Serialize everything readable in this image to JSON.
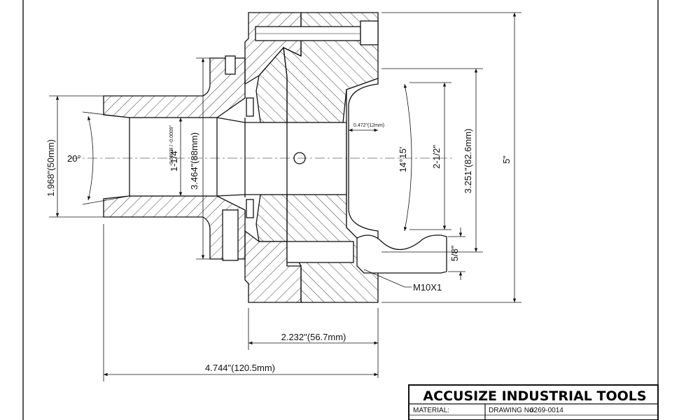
{
  "title_block": {
    "company": "ACCUSIZE INDUSTRIAL TOOLS",
    "material_label": "MATERIAL:",
    "drawing_no_label": "DRAWING No.",
    "drawing_no": "0269-0014"
  },
  "dimensions": {
    "total_length": "4.744\"(120.5mm)",
    "body_length": "2.232\"(56.7mm)",
    "overall_height": "5\"",
    "bore_diameter": "3.251\"(82.6mm)",
    "collet_opening": "2-1/2\"",
    "collet_angle": "14°15'",
    "taper_angle": "20°",
    "shank_diameter": "1.968\"(50mm)",
    "bore_size": "1-1/4\"",
    "bore_tolerance": "-0.0002\" / -0.0009\"",
    "inner_diameter": "3.464\"(88mm)",
    "depth": "0.472\"(12mm)",
    "bolt_size": "5/8\"",
    "thread_callout": "M10X1"
  }
}
